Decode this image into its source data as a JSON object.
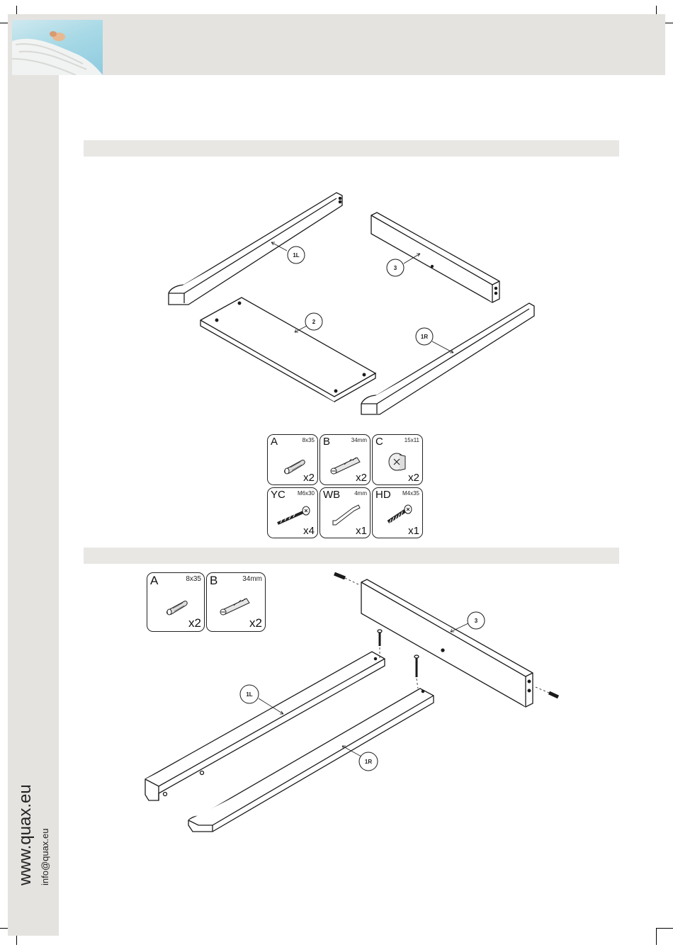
{
  "branding": {
    "website": "www.quax.eu",
    "email": "info@quax.eu"
  },
  "step1": {
    "part_labels": [
      "1L",
      "3",
      "2",
      "1R"
    ],
    "hardware": [
      {
        "letter": "A",
        "size": "8x35",
        "qty": "x2",
        "icon": "dowel-icon"
      },
      {
        "letter": "B",
        "size": "34mm",
        "qty": "x2",
        "icon": "cam-bolt-icon"
      },
      {
        "letter": "C",
        "size": "15x11",
        "qty": "x2",
        "icon": "cam-lock-icon"
      },
      {
        "letter": "YC",
        "size": "M6x30",
        "qty": "x4",
        "icon": "bolt-icon"
      },
      {
        "letter": "WB",
        "size": "4mm",
        "qty": "x1",
        "icon": "hex-key-icon"
      },
      {
        "letter": "HD",
        "size": "M4x35",
        "qty": "x1",
        "icon": "screw-icon"
      }
    ]
  },
  "step2": {
    "part_labels": [
      "3",
      "1L",
      "1R"
    ],
    "hardware": [
      {
        "letter": "A",
        "size": "8x35",
        "qty": "x2",
        "icon": "dowel-icon"
      },
      {
        "letter": "B",
        "size": "34mm",
        "qty": "x2",
        "icon": "cam-bolt-icon"
      }
    ]
  }
}
